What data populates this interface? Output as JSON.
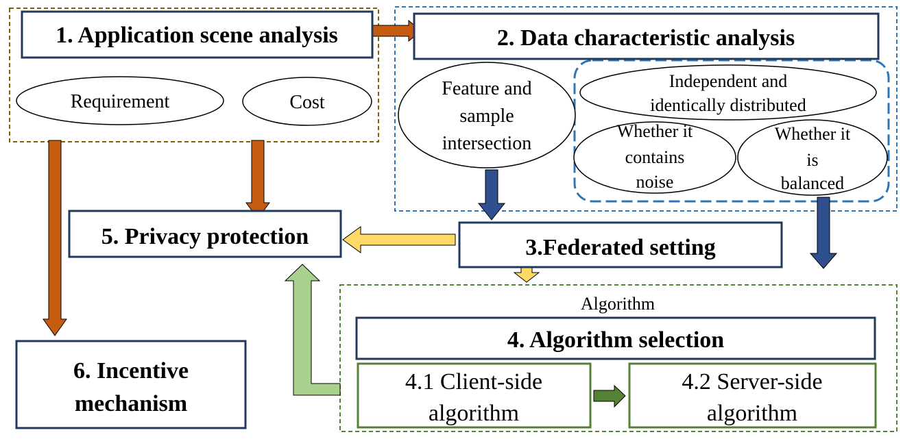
{
  "step1": {
    "title": "1. Application scene analysis",
    "items": [
      "Requirement",
      "Cost"
    ]
  },
  "step2": {
    "title": "2. Data characteristic analysis",
    "feature": [
      "Feature and",
      "sample",
      "intersection"
    ],
    "iid": [
      "Independent and",
      "identically distributed"
    ],
    "noise": [
      "Whether it",
      "contains",
      "noise"
    ],
    "balanced": [
      "Whether it",
      "is",
      "balanced"
    ]
  },
  "step3": {
    "title": "3.Federated setting"
  },
  "step4": {
    "group_label": "Algorithm",
    "title": "4. Algorithm selection",
    "client": [
      "4.1 Client-side",
      "algorithm"
    ],
    "server": [
      "4.2 Server-side",
      "algorithm"
    ]
  },
  "step5": {
    "title": "5. Privacy protection"
  },
  "step6": {
    "title": [
      "6. Incentive",
      "mechanism"
    ]
  },
  "colors": {
    "box_border": "#213a5c",
    "arrow_orange": "#c55a11",
    "arrow_blue": "#2f4f8f",
    "arrow_yellow": "#ffd966",
    "arrow_green_light": "#a9d18e",
    "arrow_green_dark": "#548235",
    "group_olive": "#806000",
    "group_blue": "#2e75b6",
    "group_green": "#548235"
  }
}
